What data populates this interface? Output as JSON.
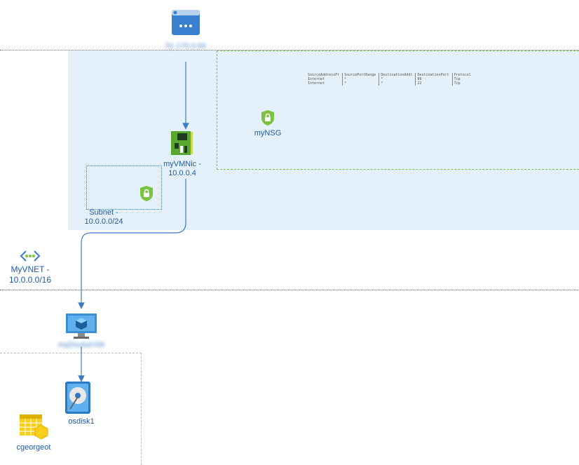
{
  "public_ip": {
    "label": "51.170.0.84",
    "icon": "public-ip-icon"
  },
  "nsg": {
    "label": "myNSG",
    "icon": "lock-shield-icon",
    "rules": {
      "headers": [
        "SourceAddressPr",
        "SourcePortRange",
        "DestinationAddr",
        "DestinationPort",
        "Protocol"
      ],
      "rows": [
        [
          "Internet",
          "*",
          "*",
          "80",
          "Tcp"
        ],
        [
          "Internet",
          "*",
          "*",
          "22",
          "Tcp"
        ]
      ]
    }
  },
  "nic": {
    "label_line1": "myVMNic -",
    "label_line2": "10.0.0.4",
    "icon": "network-interface-icon"
  },
  "subnet": {
    "label_line1": "Subnet -",
    "label_line2": "10.0.0.0/24",
    "icon": "lock-shield-icon"
  },
  "vnet": {
    "label_line1": "MyVNET -",
    "label_line2": "10.0.0.0/16",
    "icon": "virtual-network-icon"
  },
  "vm": {
    "label": "myDockerVM",
    "icon": "virtual-machine-icon"
  },
  "disk": {
    "label": "osdisk1",
    "icon": "disk-icon"
  },
  "resource_group": {
    "label": "cgeorgeot",
    "icon": "resource-group-icon"
  },
  "colors": {
    "accent": "#1f5aa6",
    "nsg_green": "#7cc242",
    "subnet_fill": "#e4f1fa",
    "connector": "#3b7bc4"
  }
}
